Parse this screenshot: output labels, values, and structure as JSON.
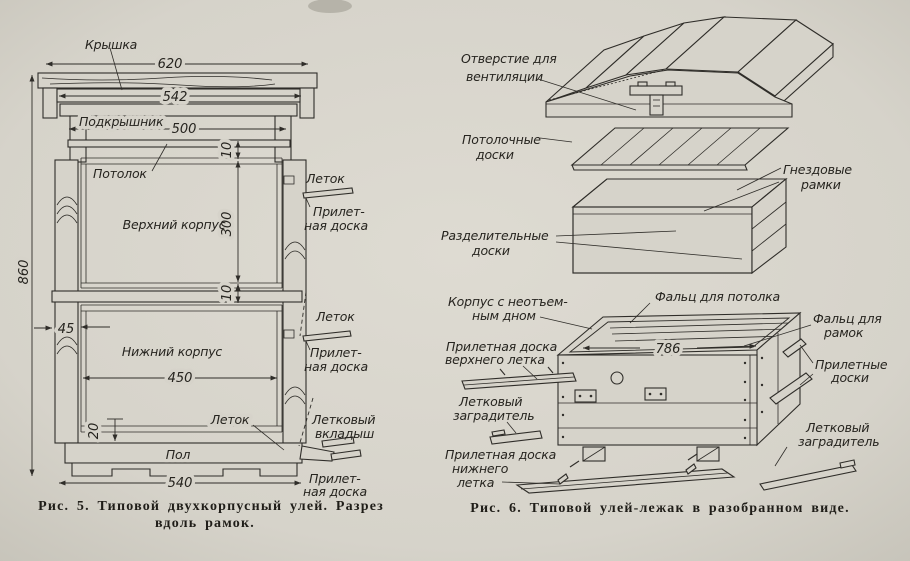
{
  "page": {
    "paper_color": "#d6d3ca",
    "ink_color": "#2f2d29"
  },
  "fig5": {
    "caption": [
      "Рис. 5. Типовой двухкорпусный улей. Разрез",
      "вдоль рамок."
    ],
    "labels": {
      "lid": "Крышка",
      "underroof": "Подкрышник",
      "ceiling": "Потолок",
      "upper_body": "Верхний корпус",
      "lower_body": "Нижний корпус",
      "entrance_upper": "Леток",
      "entrance_lower": "Леток",
      "entrance_bottom": "Леток",
      "alight_upper": [
        "Прилет-",
        "ная доска"
      ],
      "alight_lower": [
        "Прилет-",
        "ная доска"
      ],
      "alight_bottom": [
        "Прилет-",
        "ная доска"
      ],
      "entrance_insert": [
        "Летковый",
        "вкладыш"
      ],
      "floor": "Пол"
    },
    "dims": {
      "d620": "620",
      "d542": "542",
      "d500": "500",
      "d860": "860",
      "d300": "300",
      "d10a": "10",
      "d10b": "10",
      "d45": "45",
      "d450": "450",
      "d20": "20",
      "d540": "540"
    }
  },
  "fig6": {
    "caption": "Рис. 6. Типовой улей-лежак в разобранном виде.",
    "labels": {
      "vent": [
        "Отверстие для",
        "вентиляции"
      ],
      "ceiling_boards": [
        "Потолочные",
        "доски"
      ],
      "nest_frames": [
        "Гнездовые",
        "рамки"
      ],
      "divider_boards": [
        "Разделительные",
        "доски"
      ],
      "body": [
        "Корпус с неотъем-",
        "ным дном"
      ],
      "rebate_ceiling": "Фальц для потолка",
      "rebate_frames": [
        "Фальц для",
        "рамок"
      ],
      "upper_alight": [
        "Прилетная доска",
        "верхнего летка"
      ],
      "guard_left": [
        "Летковый",
        "заградитель"
      ],
      "lower_alight": [
        "Прилетная доска",
        "нижнего",
        "летка"
      ],
      "alight_boards": [
        "Прилетные",
        "доски"
      ],
      "guard_right": [
        "Летковый",
        "заградитель"
      ]
    },
    "dims": {
      "d786": "786"
    }
  }
}
